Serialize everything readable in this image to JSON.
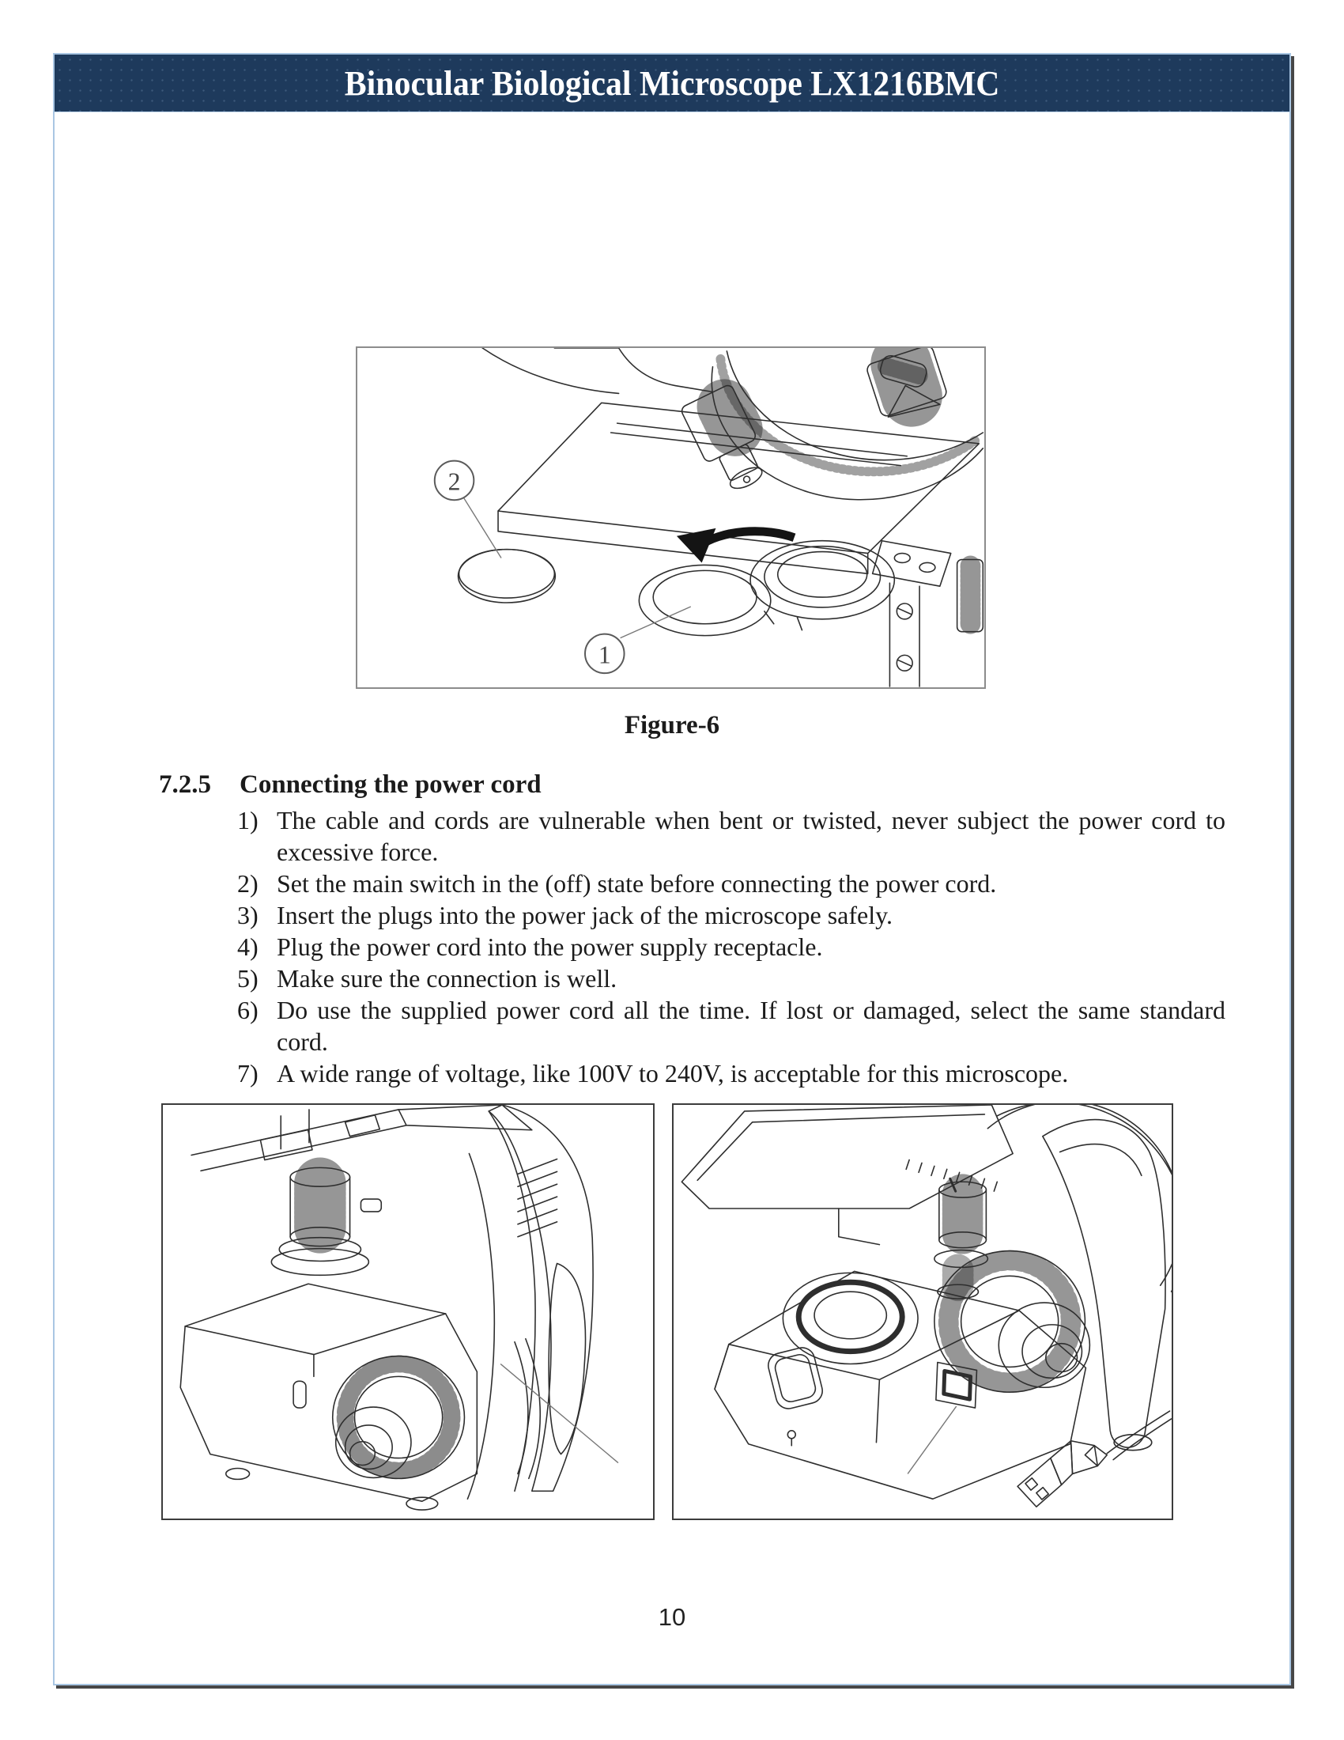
{
  "page": {
    "header": {
      "title": "Binocular Biological Microscope LX1216BMC"
    },
    "figure6": {
      "caption": "Figure-6",
      "callouts": [
        {
          "label": "1"
        },
        {
          "label": "2"
        }
      ]
    },
    "section": {
      "number": "7.2.5",
      "title": "Connecting the power cord",
      "items": [
        {
          "num": "1)",
          "text": "The cable and cords are vulnerable when bent or twisted, never subject the power cord to excessive force."
        },
        {
          "num": "2)",
          "text": "Set the main switch in the (off) state before connecting the power cord."
        },
        {
          "num": "3)",
          "text": "Insert the plugs into the power jack of the microscope safely."
        },
        {
          "num": "4)",
          "text": "Plug the power cord into the power supply receptacle."
        },
        {
          "num": "5)",
          "text": "Make sure the connection is well."
        },
        {
          "num": "6)",
          "text": "Do use the supplied power cord all the time. If lost or damaged, select the same standard cord."
        },
        {
          "num": "7)",
          "text": "A wide range of voltage, like 100V to 240V, is acceptable for this microscope."
        }
      ]
    },
    "page_number": "10",
    "colors": {
      "header_bg": "#1e3a5c",
      "page_border": "#a9c6e3"
    }
  }
}
